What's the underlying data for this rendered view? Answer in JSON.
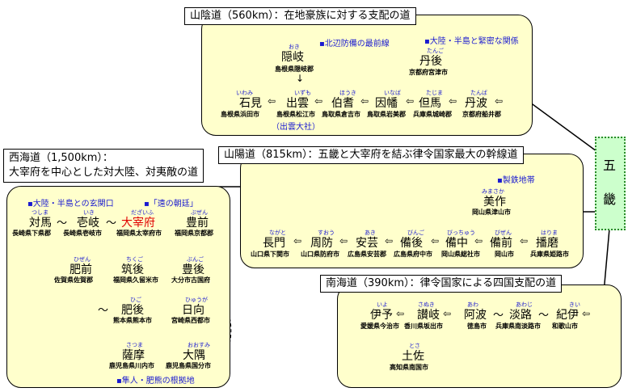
{
  "gokinai": {
    "char1": "五",
    "char2": "畿"
  },
  "sanindo": {
    "title": "山陰道（560km）：在地豪族に対する支配の道",
    "note_north": "▪北辺防備の最前線",
    "note_east": "▪大陸・半島と緊密な関係",
    "oki": {
      "ruby": "おき",
      "name": "隠岐",
      "city": "島根県隠岐郡"
    },
    "tango": {
      "ruby": "たんご",
      "name": "丹後",
      "city": "京都府宮津市"
    },
    "iwami": {
      "ruby": "いわみ",
      "name": "石見",
      "city": "島根県浜田市"
    },
    "izumo": {
      "ruby": "いずも",
      "name": "出雲",
      "city": "島根県松江市"
    },
    "hoki": {
      "ruby": "ほうき",
      "name": "伯耆",
      "city": "鳥取県倉吉市"
    },
    "inaba": {
      "ruby": "いなば",
      "name": "因幡",
      "city": "鳥取県岩美郡"
    },
    "tajima": {
      "ruby": "たじま",
      "name": "但馬",
      "city": "兵庫県城崎郡"
    },
    "tanba": {
      "ruby": "たんば",
      "name": "丹波",
      "city": "京都府船井郡"
    },
    "izumo_taisha": "（出雲大社）",
    "arrow_left": "⇦",
    "arrow_down": "↓"
  },
  "saikaido": {
    "title_line1": "西海道（1,500km）：",
    "title_line2": "大宰府を中心とした対大陸、対夷敵の道",
    "note_gate": "▪大陸・半島との玄関口",
    "note_court": "▪「遠の朝廷」",
    "note_hayato": "▪隼人・肥熊の根拠地",
    "tsushima": {
      "ruby": "つしま",
      "name": "対馬",
      "city": "長崎県下県郡"
    },
    "iki": {
      "ruby": "いき",
      "name": "壱岐",
      "city": "長崎県壱岐市"
    },
    "dazaifu": {
      "ruby": "だざいふ",
      "name": "大宰府",
      "city": "福岡県太宰府市"
    },
    "buzen": {
      "ruby": "ぶぜん",
      "name": "豊前",
      "city": "福岡県京都郡"
    },
    "hizen": {
      "ruby": "ひぜん",
      "name": "肥前",
      "city": "佐賀県佐賀郡"
    },
    "chikugo": {
      "ruby": "ちくご",
      "name": "筑後",
      "city": "福岡県久留米市"
    },
    "bungo": {
      "ruby": "ぶんご",
      "name": "豊後",
      "city": "大分市古国府"
    },
    "higo": {
      "ruby": "ひご",
      "name": "肥後",
      "city": "熊本県熊本市"
    },
    "hyuga": {
      "ruby": "ひゅうが",
      "name": "日向",
      "city": "宮崎県西都市"
    },
    "satsuma": {
      "ruby": "さつま",
      "name": "薩摩",
      "city": "鹿児島県川内市"
    },
    "osumi": {
      "ruby": "おおすみ",
      "name": "大隅",
      "city": "鹿児島県国分市"
    },
    "tilde": "～"
  },
  "sanyodo": {
    "title": "山陽道（815km）：五畿と大宰府を結ぶ律令国家最大の幹線道",
    "note_iron": "▪製鉄地帯",
    "mimasaka": {
      "ruby": "みまさか",
      "name": "美作",
      "city": "岡山県津山市"
    },
    "nagato": {
      "ruby": "ながと",
      "name": "長門",
      "city": "山口県下関市"
    },
    "suo": {
      "ruby": "すおう",
      "name": "周防",
      "city": "山口県防府市"
    },
    "aki": {
      "ruby": "あき",
      "name": "安芸",
      "city": "広島県安芸郡"
    },
    "bingo": {
      "ruby": "びんご",
      "name": "備後",
      "city": "広島県府中市"
    },
    "bitchu": {
      "ruby": "びっちゅう",
      "name": "備中",
      "city": "岡山県総社市"
    },
    "bizen": {
      "ruby": "びぜん",
      "name": "備前",
      "city": "岡山市"
    },
    "harima": {
      "ruby": "はりま",
      "name": "播磨",
      "city": "兵庫県姫路市"
    },
    "arrow_left": "⇦"
  },
  "nankaido": {
    "title": "南海道（390km）：律令国家による四国支配の道",
    "iyo": {
      "ruby": "いよ",
      "name": "伊予",
      "city": "愛媛県今治市"
    },
    "sanuki": {
      "ruby": "さぬき",
      "name": "讃岐",
      "city": "香川県坂出市"
    },
    "awa": {
      "ruby": "あわ",
      "name": "阿波",
      "city": "徳島市"
    },
    "awaji": {
      "ruby": "あわじ",
      "name": "淡路",
      "city": "兵庫県南淡路市"
    },
    "kii": {
      "ruby": "きい",
      "name": "紀伊",
      "city": "和歌山市"
    },
    "tosa": {
      "ruby": "とさ",
      "name": "土佐",
      "city": "高知県南国市"
    },
    "arrow_left": "⇦",
    "tilde": "～"
  }
}
